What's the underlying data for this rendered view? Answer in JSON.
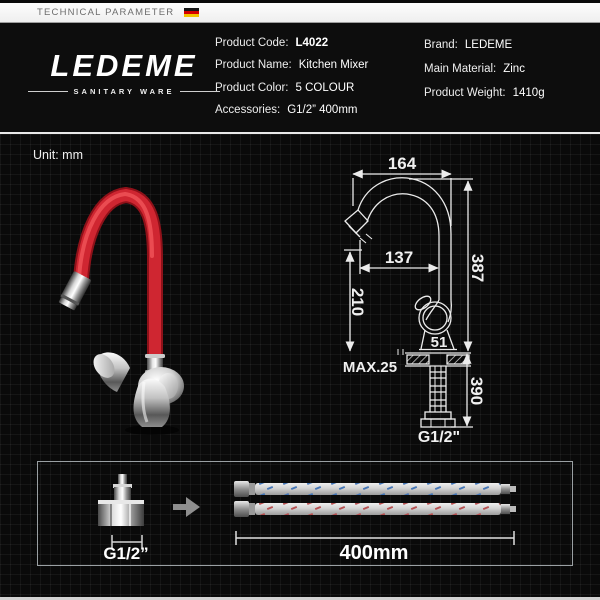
{
  "top_bar": {
    "title": "TECHNICAL PARAMETER"
  },
  "header": {
    "logo": {
      "name": "LEDEME",
      "tagline": "SANITARY WARE"
    },
    "specs_left": [
      {
        "label": "Product Code:",
        "value": "L4022"
      },
      {
        "label": "Product Name:",
        "value": "Kitchen Mixer"
      },
      {
        "label": "Product Color:",
        "value": "5 COLOUR"
      },
      {
        "label": "Accessories:",
        "value": "G1/2”  400mm"
      }
    ],
    "specs_right": [
      {
        "label": "Brand:",
        "value": "LEDEME"
      },
      {
        "label": "Main Material:",
        "value": "Zinc"
      },
      {
        "label": "Product Weight:",
        "value": "1410g"
      }
    ]
  },
  "diagram": {
    "unit_label": "Unit: mm",
    "dimensions": {
      "spout_width": "164",
      "spout_reach": "137",
      "outlet_height": "210",
      "total_height": "387",
      "base_width": "51",
      "max_deck_thickness": "MAX.25",
      "shank_length": "390",
      "thread_size": "G1/2\""
    }
  },
  "accessories": {
    "fitting_label": "G1/2”",
    "hose_length_label": "400mm"
  },
  "colors": {
    "background": "#0a0a0a",
    "grid_line": "#1c1c1c",
    "accent_red": "#cf2631",
    "drawing_line": "#ececec",
    "hose_dash_blue": "#4577b8",
    "hose_dash_red": "#b85050",
    "flag_stripes": [
      "#161616",
      "#d40000",
      "#f2c400"
    ]
  }
}
